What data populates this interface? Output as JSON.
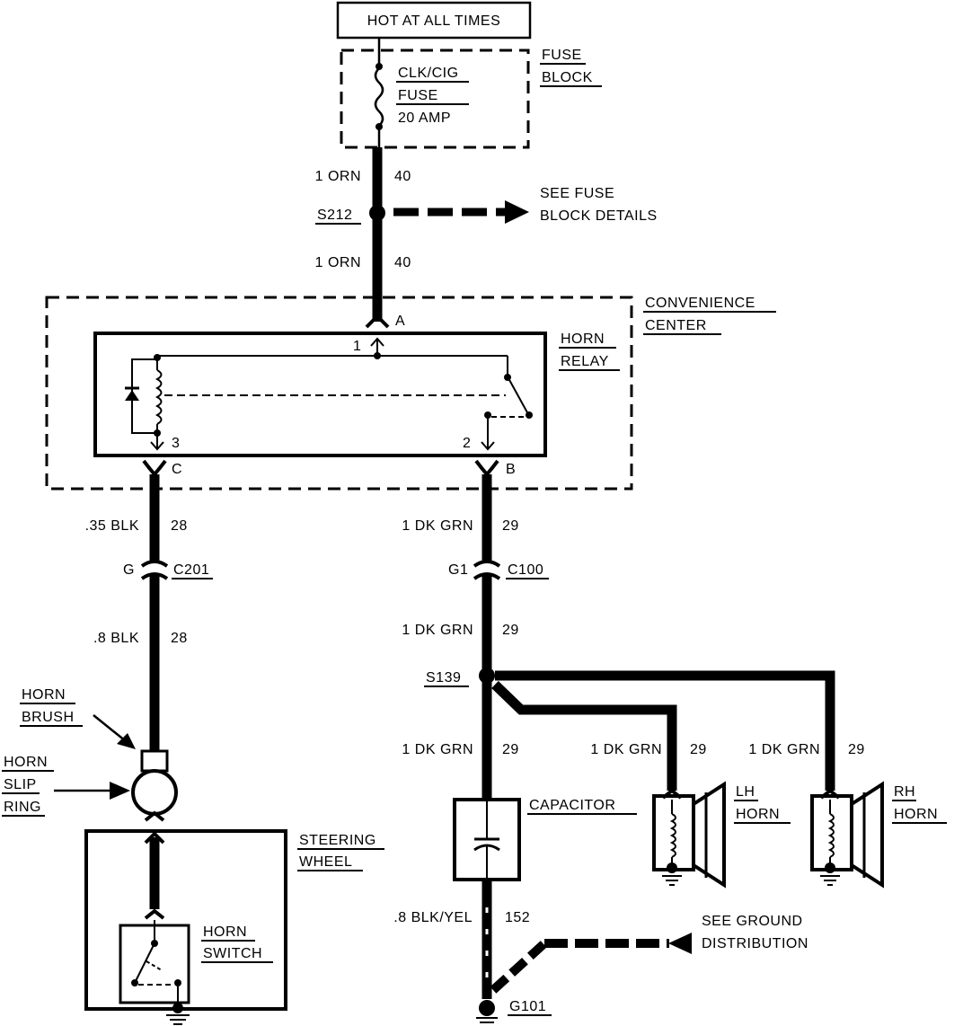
{
  "power": {
    "label": "HOT AT ALL TIMES"
  },
  "fuse_block": {
    "label_line1": "FUSE",
    "label_line2": "BLOCK",
    "fuse_name": "CLK/CIG",
    "fuse_word": "FUSE",
    "fuse_rating": "20 AMP"
  },
  "wires": {
    "orn_upper": {
      "gauge": "1 ORN",
      "circuit": "40"
    },
    "orn_lower": {
      "gauge": "1 ORN",
      "circuit": "40"
    },
    "blk_upper": {
      "gauge": ".35 BLK",
      "circuit": "28"
    },
    "blk_lower": {
      "gauge": ".8 BLK",
      "circuit": "28"
    },
    "grn_upper": {
      "gauge": "1 DK GRN",
      "circuit": "29"
    },
    "grn_mid": {
      "gauge": "1 DK GRN",
      "circuit": "29"
    },
    "grn_cap": {
      "gauge": "1 DK GRN",
      "circuit": "29"
    },
    "grn_lh": {
      "gauge": "1 DK GRN",
      "circuit": "29"
    },
    "grn_rh": {
      "gauge": "1 DK GRN",
      "circuit": "29"
    },
    "blkyel": {
      "gauge": ".8 BLK/YEL",
      "circuit": "152"
    }
  },
  "splices": {
    "s212": "S212",
    "s139": "S139"
  },
  "references": {
    "fuse_block_details_line1": "SEE FUSE",
    "fuse_block_details_line2": "BLOCK DETAILS",
    "ground_line1": "SEE GROUND",
    "ground_line2": "DISTRIBUTION"
  },
  "convenience_center": {
    "label_line1": "CONVENIENCE",
    "label_line2": "CENTER",
    "pin_a": "A",
    "pin_b": "B",
    "pin_c": "C"
  },
  "horn_relay": {
    "label_line1": "HORN",
    "label_line2": "RELAY",
    "pin1": "1",
    "pin2": "2",
    "pin3": "3"
  },
  "connectors": {
    "c201_pin": "G",
    "c201": "C201",
    "c100_pin": "G1",
    "c100": "C100"
  },
  "horn_brush": {
    "line1": "HORN",
    "line2": "BRUSH"
  },
  "horn_slip_ring": {
    "line1": "HORN",
    "line2": "SLIP",
    "line3": "RING"
  },
  "steering_wheel": {
    "line1": "STEERING",
    "line2": "WHEEL"
  },
  "horn_switch": {
    "line1": "HORN",
    "line2": "SWITCH"
  },
  "capacitor": {
    "label": "CAPACITOR"
  },
  "lh_horn": {
    "line1": "LH",
    "line2": "HORN"
  },
  "rh_horn": {
    "line1": "RH",
    "line2": "HORN"
  },
  "ground": {
    "label": "G101"
  }
}
